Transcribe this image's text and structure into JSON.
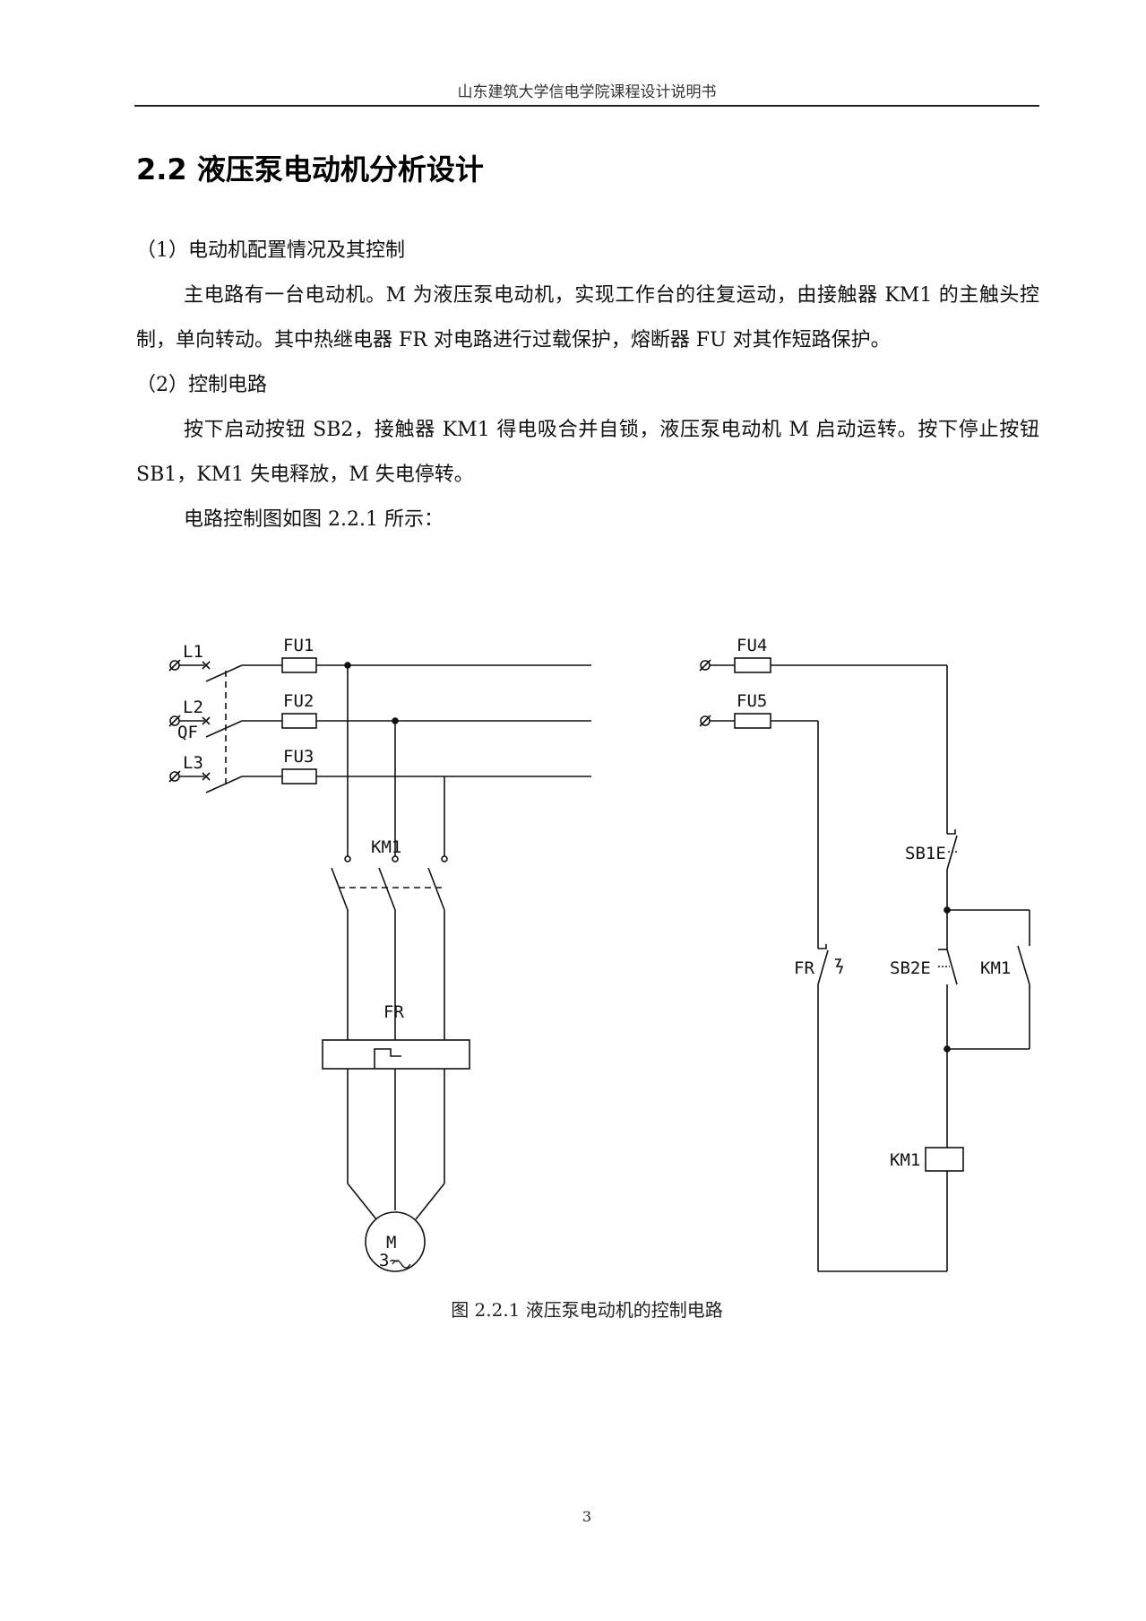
{
  "header": {
    "title": "山东建筑大学信电学院课程设计说明书"
  },
  "section": {
    "title": "2.2 液压泵电动机分析设计"
  },
  "content": {
    "sub1_heading": "（1）电动机配置情况及其控制",
    "sub1_para": "主电路有一台电动机。M 为液压泵电动机，实现工作台的往复运动，由接触器 KM1 的主触头控制，单向转动。其中热继电器 FR 对电路进行过载保护，熔断器 FU 对其作短路保护。",
    "sub2_heading": "（2）控制电路",
    "sub2_para": "按下启动按钮 SB2，接触器 KM1 得电吸合并自锁，液压泵电动机 M 启动运转。按下停止按钮 SB1，KM1 失电释放，M 失电停转。",
    "figure_ref": "电路控制图如图 2.2.1 所示："
  },
  "diagram": {
    "labels": {
      "l1": "L1",
      "l2": "L2",
      "l3": "L3",
      "qf": "QF",
      "fu1": "FU1",
      "fu2": "FU2",
      "fu3": "FU3",
      "fu4": "FU4",
      "fu5": "FU5",
      "km1_main": "KM1",
      "fr_main": "FR",
      "motor": "M",
      "motor_sub": "3~",
      "sb1": "SB1E",
      "sb2": "SB2E",
      "km1_aux": "KM1",
      "fr_ctrl": "FR",
      "km1_coil": "KM1"
    }
  },
  "figure": {
    "caption": "图 2.2.1   液压泵电动机的控制电路"
  },
  "footer": {
    "page_number": "3"
  }
}
